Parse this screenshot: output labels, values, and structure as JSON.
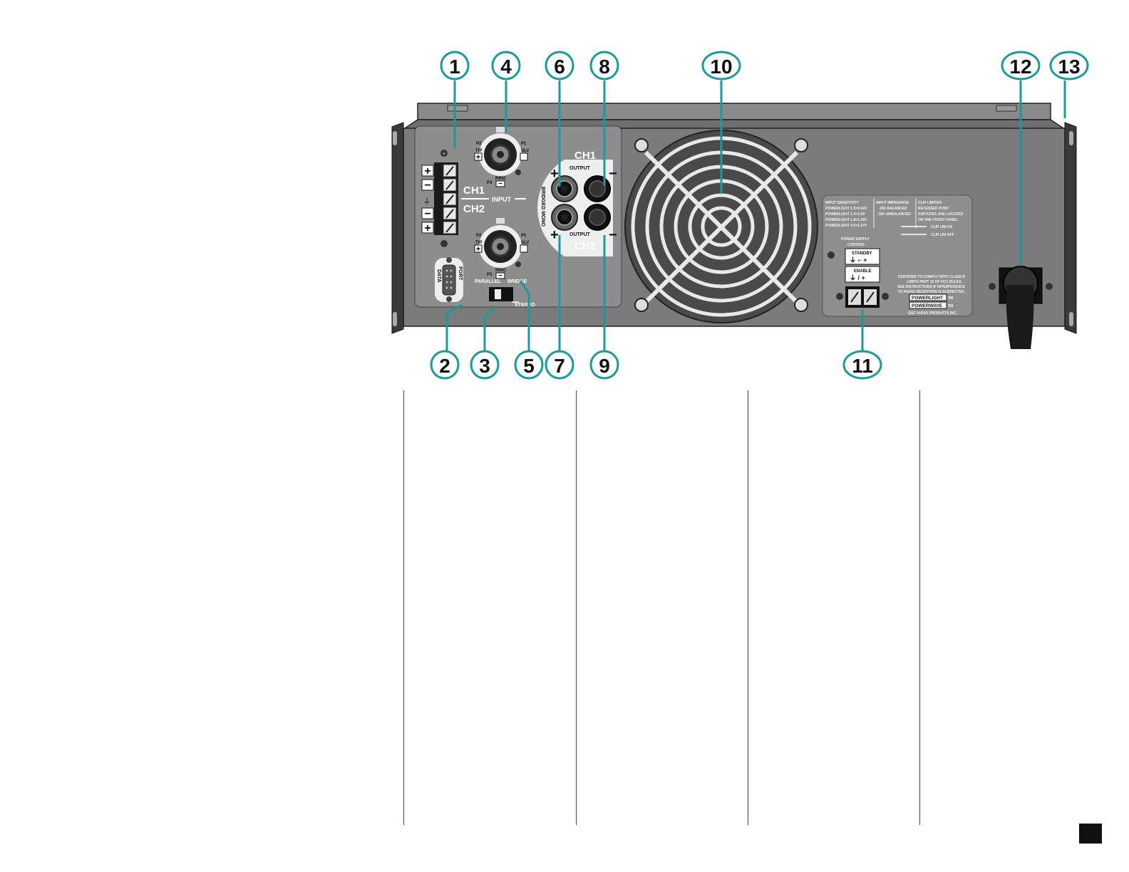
{
  "colors": {
    "callout": "#1a9a9a",
    "chassis": "#7c7c7c",
    "panel": "#8e8e8e",
    "dark": "#1e1e1e"
  },
  "callouts": [
    "1",
    "2",
    "3",
    "4",
    "5",
    "6",
    "7",
    "8",
    "9",
    "10",
    "11",
    "12",
    "13"
  ],
  "input": {
    "ch1": "CH1",
    "ch2": "CH2",
    "input": "INPUT",
    "p1": "P1",
    "p2": "P2",
    "p3": "P3",
    "tip": "TIP",
    "slv": "SLV",
    "ring": "RING",
    "parallel": "PARALLEL",
    "bridge": "BRIDGE",
    "stereo": "STEREO",
    "data": "DATA",
    "port": "PORT"
  },
  "output": {
    "ch1": "CH1",
    "ch2": "CH2",
    "output": "OUTPUT",
    "bridged_mono": "BRIDGED MONO"
  },
  "spec_label": {
    "col1": [
      "INPUT SENSITIVITY",
      "POWERLIGHT 1.0=0.94V",
      "POWERLIGHT 1.4=1.0V",
      "POWERLIGHT 1.8=1.16V",
      "POWERLIGHT 4.0=1.07V"
    ],
    "col2": [
      "INPUT IMPEDANCE",
      "20K BALANCED",
      "10K UNBALANCED"
    ],
    "col3": [
      "CLIP LIMITER:",
      "RECESSED PUSH",
      "SWITCHES ARE LOCATED",
      "ON THE FRONT PANEL."
    ],
    "clip_on": "CLIP LIM ON",
    "clip_off": "CLIP LIM OFF",
    "psc": "POWER SUPPLY",
    "control": "CONTROL",
    "standby": "STANDBY",
    "enable": "ENABLE",
    "cert": [
      "CERTIFIED TO COMPLY WITH CLASS B",
      "LIMITS PART 15 OF FCC RULES.",
      "SEE INSTRUCTIONS IF INTERFERENCE",
      "TO RADIO RECEPTION IS SUSPECTED."
    ],
    "brand1": "POWERLIGHT",
    "brand2": "POWERWAVE",
    "tm": "TM",
    "maker": "QSC AUDIO PRODUCTS INC."
  }
}
